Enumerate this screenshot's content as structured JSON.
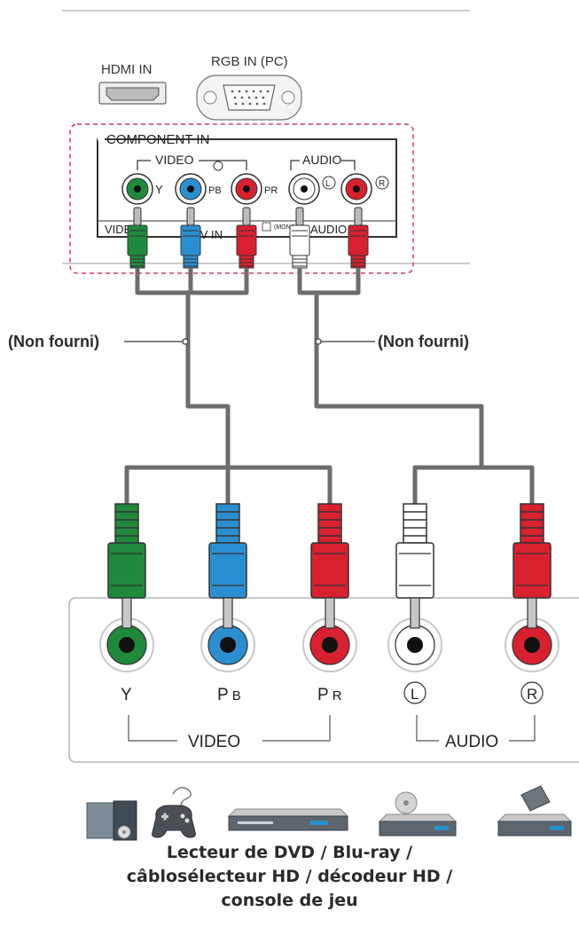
{
  "tv_panel": {
    "hdmi_label": "HDMI IN",
    "rgb_label": "RGB IN (PC)",
    "component_label": "COMPONENT IN",
    "video_label": "VIDEO",
    "audio_label": "AUDIO",
    "jack_y": "Y",
    "jack_pb": "PB",
    "jack_pr": "PR",
    "jack_l": "L",
    "jack_r": "R",
    "lower_video": "VIDEO",
    "lower_av": "AV IN",
    "lower_audio": "AUDIO",
    "mono_mark": "(MONO)"
  },
  "cable_labels": {
    "left": "(Non fourni)",
    "right": "(Non fourni)"
  },
  "device_panel": {
    "jack_y": "Y",
    "jack_pb_main": "P",
    "jack_pb_sub": "B",
    "jack_pr_main": "P",
    "jack_pr_sub": "R",
    "jack_l": "L",
    "jack_r": "R",
    "video_group": "VIDEO",
    "audio_group": "AUDIO"
  },
  "devices": [
    "pc-tower",
    "game-controller",
    "dvd-player",
    "bluray-player",
    "set-top-box"
  ],
  "caption": {
    "line1": "Lecteur de DVD / Blu-ray /",
    "line2": "câblosélecteur HD / décodeur HD /",
    "line3": "console de jeu"
  },
  "colors": {
    "green": "#1f8a3c",
    "blue": "#2a8fd0",
    "red": "#d8202f",
    "white": "#ffffff",
    "cable": "#6d6d6d",
    "panel_border": "#d23c6e"
  }
}
